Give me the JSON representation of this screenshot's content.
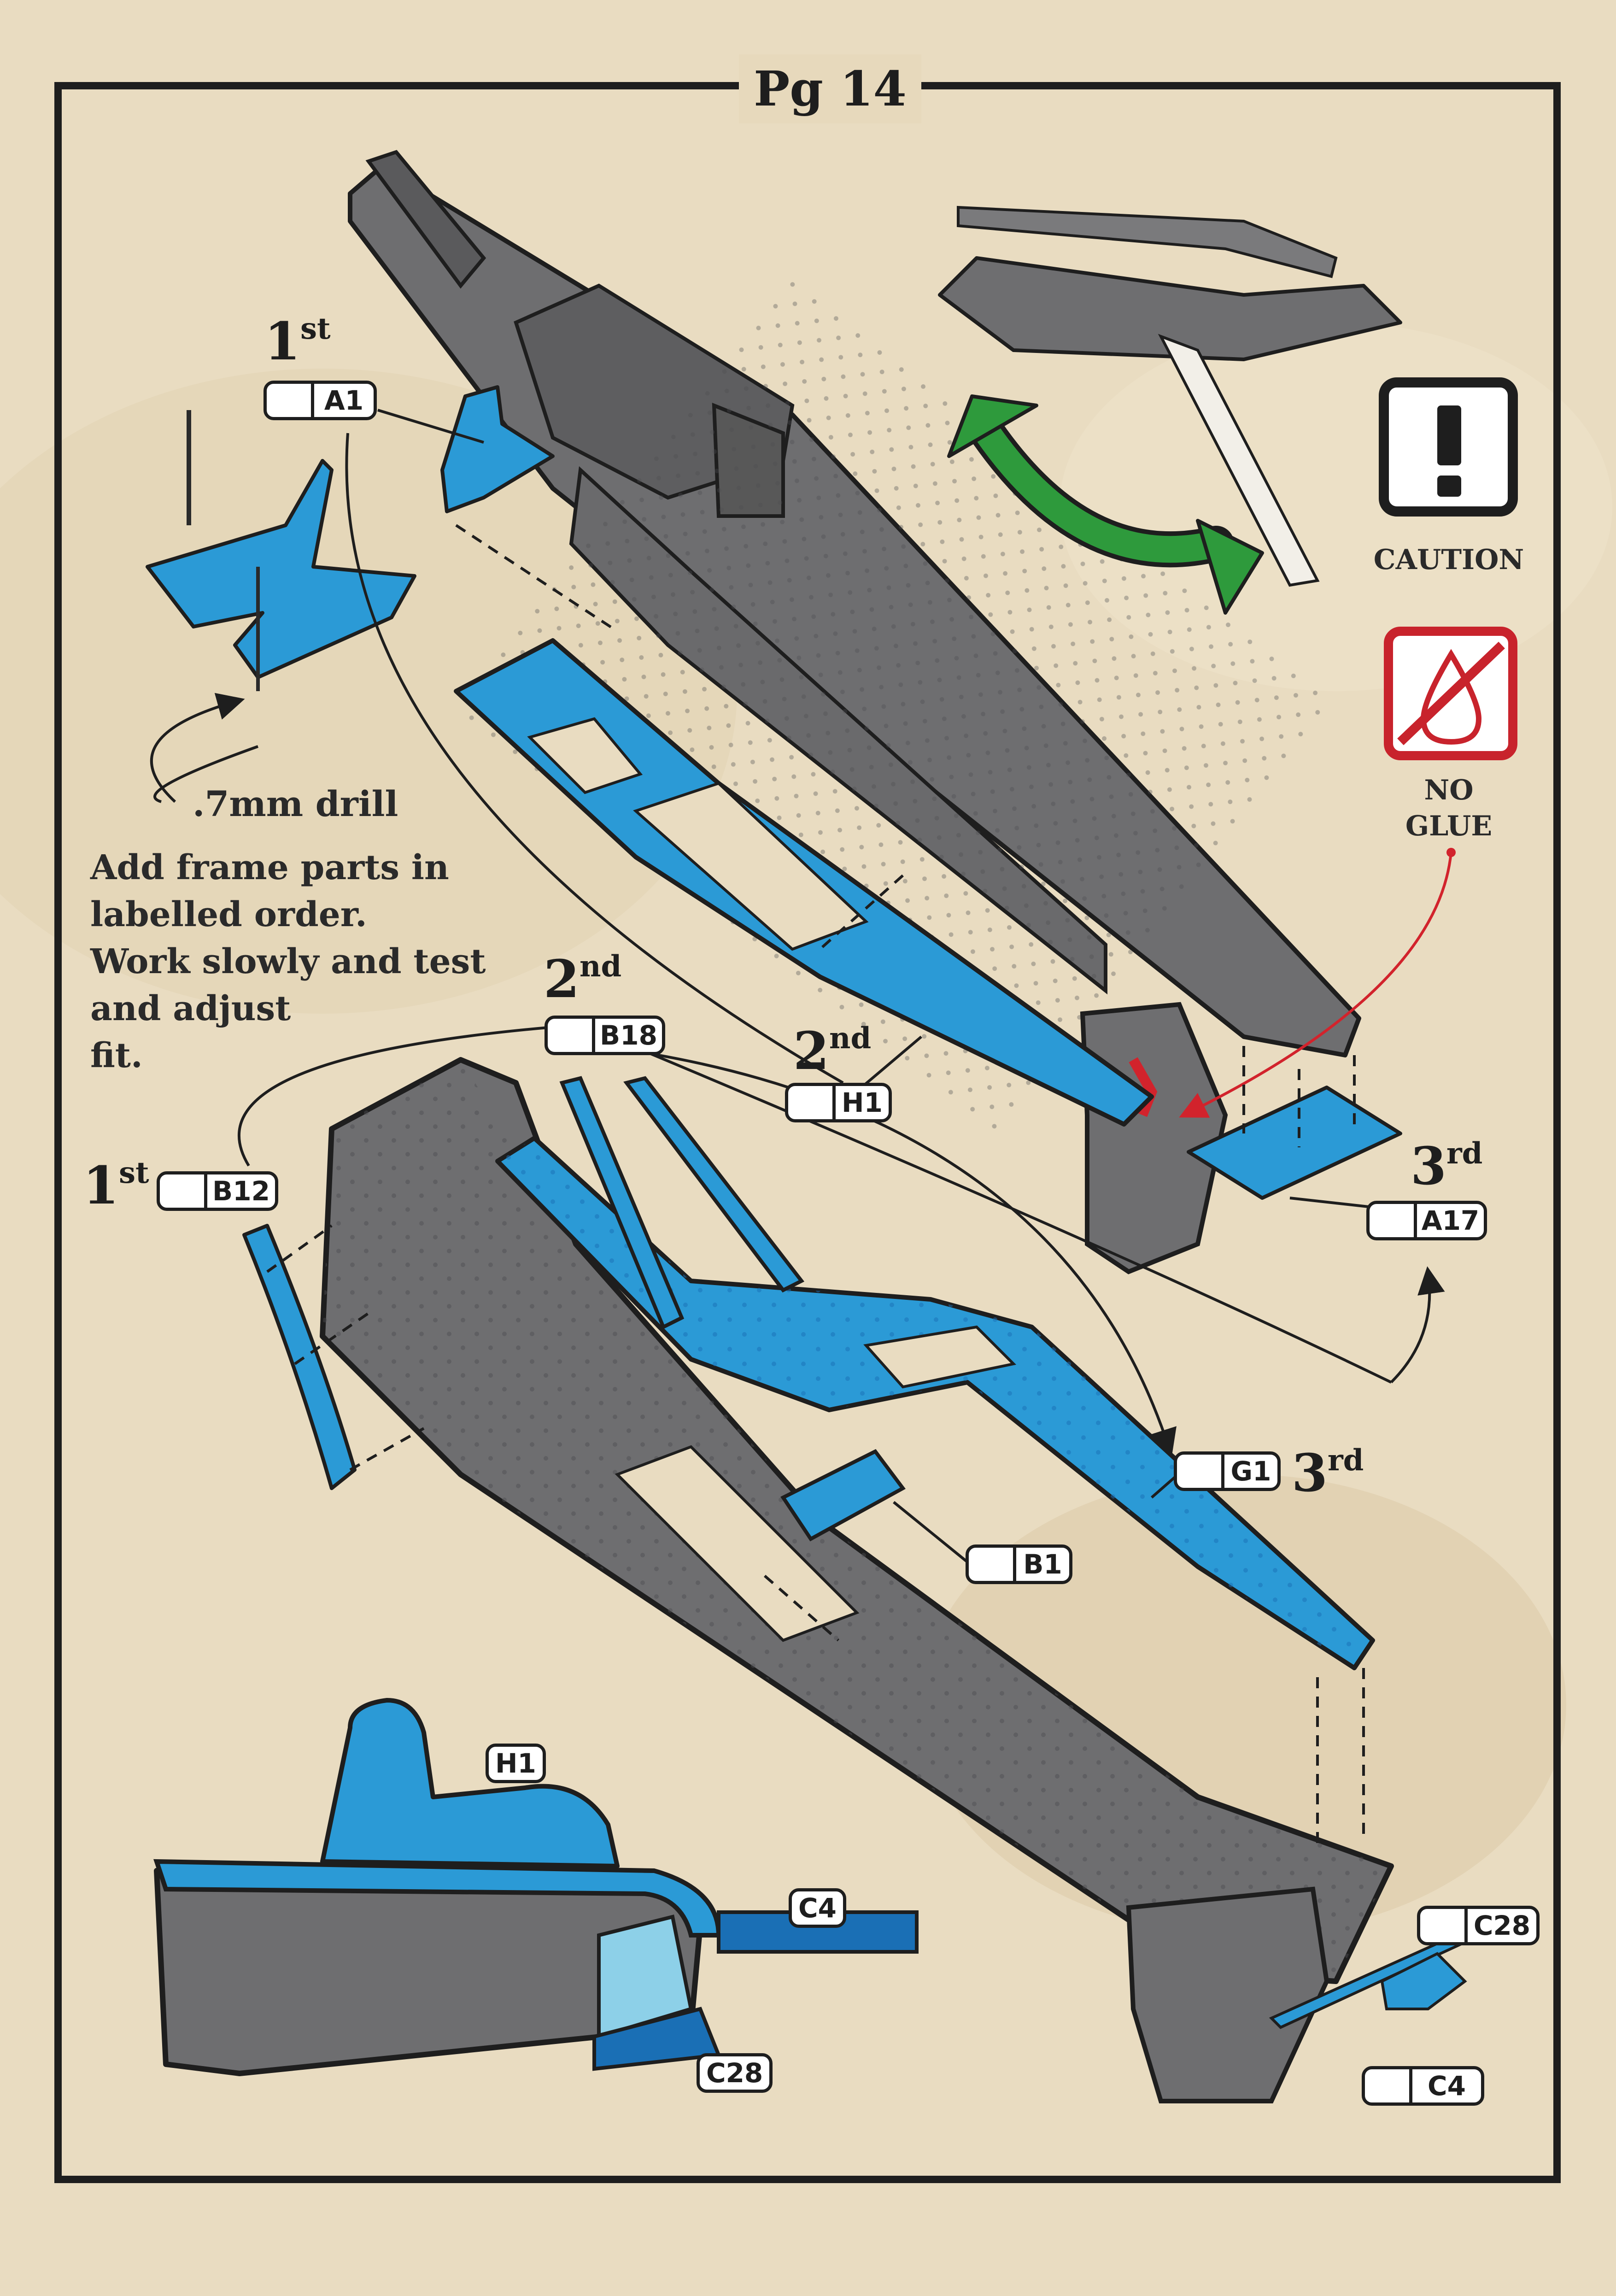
{
  "page": {
    "title": "Pg 14"
  },
  "instructions": {
    "text": "Add frame parts in\nlabelled order.\nWork slowly and test\nand adjust\nfit.",
    "drill_note": ".7mm drill"
  },
  "icons": {
    "caution": {
      "name": "caution-icon",
      "label": "CAUTION",
      "color": "#1e1e1e"
    },
    "no_glue": {
      "name": "no-glue-icon",
      "label": "NO\nGLUE",
      "color": "#c8232c"
    },
    "rotate_arrow": {
      "name": "rotate-arrow-icon",
      "color": "#2e9a3c"
    }
  },
  "colors": {
    "part_new": "#2b9ad6",
    "part_existing": "#6e6e70",
    "part_dark_blue": "#1a6fb5",
    "part_light_blue": "#8dd0e8",
    "paper": "#e9dcc1"
  },
  "steps": [
    {
      "ordinal": "1",
      "suffix": "st",
      "part": "A1"
    },
    {
      "ordinal": "2",
      "suffix": "nd",
      "part": "H1"
    },
    {
      "ordinal": "3",
      "suffix": "rd",
      "part": "A17"
    },
    {
      "ordinal": "1",
      "suffix": "st",
      "part": "B12"
    },
    {
      "ordinal": "2",
      "suffix": "nd",
      "part": "B18"
    },
    {
      "ordinal": "3",
      "suffix": "rd",
      "part": "G1"
    }
  ],
  "parts": {
    "b1": "B1",
    "c28": "C28",
    "c4": "C4",
    "detail_h1": "H1",
    "detail_c4": "C4",
    "detail_c28": "C28"
  }
}
